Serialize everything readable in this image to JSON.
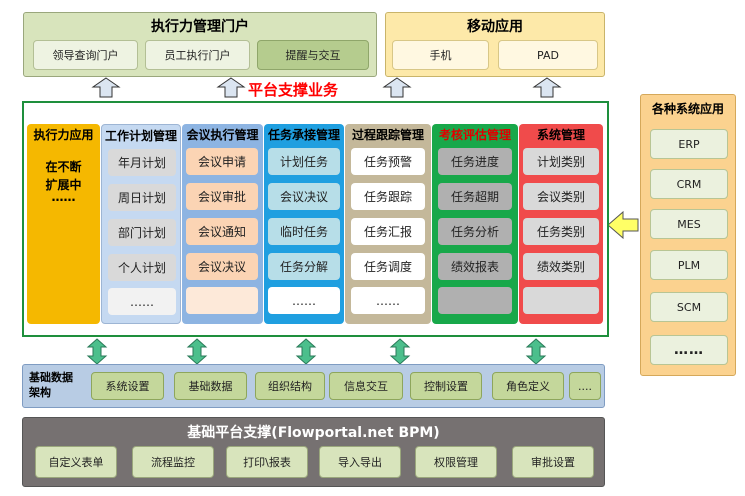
{
  "portal": {
    "title": "执行力管理门户",
    "items": [
      "领导查询门户",
      "员工执行门户",
      "提醒与交互"
    ]
  },
  "mobile": {
    "title": "移动应用",
    "items": [
      "手机",
      "PAD"
    ]
  },
  "platform_title": "平台支撑业务",
  "columns": [
    {
      "title": "执行力应用",
      "items": [
        "在不断",
        "扩展中",
        "……"
      ]
    },
    {
      "title": "工作计划管理",
      "items": [
        "年月计划",
        "周日计划",
        "部门计划",
        "个人计划",
        "……"
      ]
    },
    {
      "title": "会议执行管理",
      "items": [
        "会议申请",
        "会议审批",
        "会议通知",
        "会议决议",
        ""
      ]
    },
    {
      "title": "任务承接管理",
      "items": [
        "计划任务",
        "会议决议",
        "临时任务",
        "任务分解",
        "……"
      ]
    },
    {
      "title": "过程跟踪管理",
      "items": [
        "任务预警",
        "任务跟踪",
        "任务汇报",
        "任务调度",
        "……"
      ]
    },
    {
      "title": "考核评估管理",
      "items": [
        "任务进度",
        "任务超期",
        "任务分析",
        "绩效报表",
        ""
      ]
    },
    {
      "title": "系统管理",
      "items": [
        "计划类别",
        "会议类别",
        "任务类别",
        "绩效类别",
        ""
      ]
    }
  ],
  "systems": {
    "title": "各种系统应用",
    "items": [
      "ERP",
      "CRM",
      "MES",
      "PLM",
      "SCM",
      "……"
    ]
  },
  "base_data": {
    "title": "基础数据架构",
    "items": [
      "系统设置",
      "基础数据",
      "组织结构",
      "信息交互",
      "控制设置",
      "角色定义",
      "...."
    ]
  },
  "base_platform": {
    "title": "基础平台支撑(Flowportal.net BPM)",
    "items": [
      "自定义表单",
      "流程监控",
      "打印\\报表",
      "导入导出",
      "权限管理",
      "审批设置"
    ]
  },
  "colors": {
    "portal_bg": "#d8e4bc",
    "mobile_bg": "#fde9a9",
    "green_frame": "#1e8f3c",
    "platform_title": "#ff0000",
    "col_exec": "#f5b800",
    "col_plan": "#c5d9f1",
    "col_meeting": "#8db4e2",
    "col_task": "#1f9fe0",
    "col_track": "#c4b89a",
    "col_assess": "#18a84a",
    "col_sys": "#f04b4b",
    "base_data_bg": "#b8cce4",
    "base_platform_bg": "#767171"
  }
}
